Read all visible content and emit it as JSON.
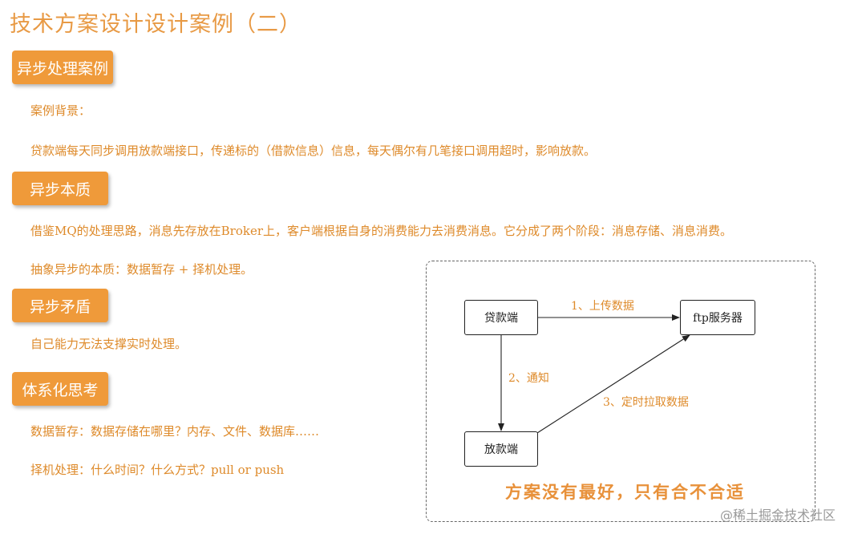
{
  "title": "技术方案设计设计案例（二）",
  "sections": {
    "async_case": {
      "badge": "异步处理案例",
      "bg_label": "案例背景：",
      "bg_text": "贷款端每天同步调用放款端接口，传递标的（借款信息）信息，每天偶尔有几笔接口调用超时，影响放款。"
    },
    "async_essence": {
      "badge": "异步本质",
      "line1": "借鉴MQ的处理思路，消息先存放在Broker上，客户端根据自身的消费能力去消费消息。它分成了两个阶段：消息存储、消息消费。",
      "line2": "抽象异步的本质：数据暂存 + 择机处理。"
    },
    "async_conflict": {
      "badge": "异步矛盾",
      "line1": "自己能力无法支撑实时处理。"
    },
    "systematic": {
      "badge": "体系化思考",
      "line1": "数据暂存：数据存储在哪里？内存、文件、数据库……",
      "line2": "择机处理：什么时间？什么方式？pull or push"
    }
  },
  "diagram": {
    "nodes": {
      "loan": "贷款端",
      "ftp": "ftp服务器",
      "payout": "放款端"
    },
    "edges": {
      "e1": "1、上传数据",
      "e2": "2、通知",
      "e3": "3、定时拉取数据"
    },
    "slogan": "方案没有最好，只有合不合适"
  },
  "watermark": "@稀土掘金技术社区",
  "colors": {
    "accent": "#ef9a3a",
    "text": "#de8a2a"
  }
}
